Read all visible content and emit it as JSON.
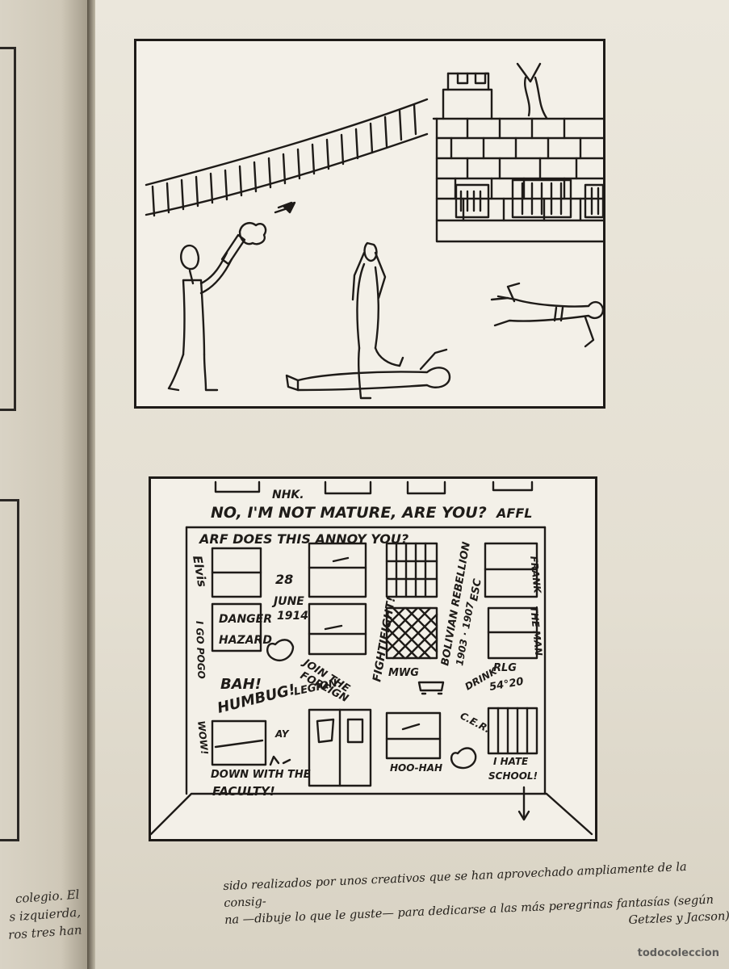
{
  "left_page": {
    "caption_lines": [
      "colegio. El",
      "s izquierda,",
      "ros tres han"
    ]
  },
  "panel_top": {
    "description_name": "escape-scene-drawing"
  },
  "panel_bottom": {
    "top_banner": "NO, I'M NOT MATURE, ARE YOU?",
    "top_corner": "AFFL",
    "top_mark": "NHK.",
    "mirror_text": "ARF DOES THIS ANNOY YOU?",
    "date_num": "28",
    "date_month": "JUNE",
    "date_year": "1914",
    "danger": "DANGER",
    "hazard": "HAZARD",
    "elvis": "Elvis",
    "i_go_pogo": "I GO POGO",
    "bah": "BAH!",
    "humbug": "HUMBUG!",
    "wow": "WOW!",
    "down_with": "DOWN WITH THE",
    "faculty": "FACULTY!",
    "join_the": "JOIN THE",
    "foreign": "FOREIGN",
    "legion": "LEGION",
    "fightifight": "FIGHTIFIGHT!",
    "bolivian": "BOLIVIAN REBELLION",
    "years": "1903 · 1907",
    "esc": "ESC",
    "mwg": "MWG",
    "frank": "FRANK",
    "the_man": "THE MAN",
    "rlg": "RLG",
    "drink": "DRINK",
    "s4020": "54°20",
    "cera": "C.E.R.",
    "i_hate": "I HATE",
    "school": "SCHOOL!",
    "hoo_hah": "HOO-HAH",
    "ay": "AY"
  },
  "caption": {
    "line1": "sido realizados por unos creativos que se han aprovechado ampliamente de la consig-",
    "line2": "na —dibuje lo que le guste— para dedicarse a las más peregrinas fantasías (según",
    "line3": "Getzles y Jacson)."
  },
  "watermark": "todocoleccion",
  "colors": {
    "ink": "#1e1b18",
    "paper": "#e8e4d8",
    "panel": "#f3f0e8"
  }
}
